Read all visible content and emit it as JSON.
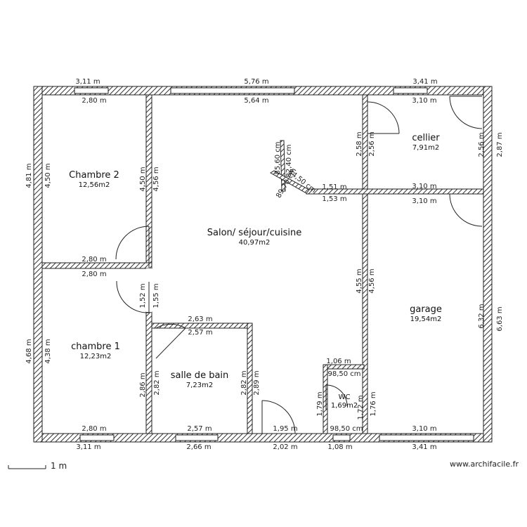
{
  "rooms": {
    "chambre2": {
      "name": "Chambre 2",
      "area": "12,56m2"
    },
    "salon": {
      "name": "Salon/ séjour/cuisine",
      "area": "40,97m2"
    },
    "cellier": {
      "name": "cellier",
      "area": "7,91m2"
    },
    "garage": {
      "name": "garage",
      "area": "19,54m2"
    },
    "chambre1": {
      "name": "chambre 1",
      "area": "12,23m2"
    },
    "sdb": {
      "name": "salle de bain",
      "area": "7,23m2"
    },
    "wc": {
      "name": "WC",
      "area": "1,69m2"
    }
  },
  "dims": {
    "top_outer_left": "3,11 m",
    "top_outer_mid": "5,76 m",
    "top_outer_right": "3,41 m",
    "top_inner_left": "2,80 m",
    "top_inner_mid": "5,64 m",
    "top_inner_right": "3,10 m",
    "left_outer_upper": "4,81 m",
    "left_inner_upper": "4,50 m",
    "left_outer_lower": "4,68 m",
    "left_inner_lower": "4,38 m",
    "right_outer_upper": "2,87 m",
    "right_inner_upper": "2,56 m",
    "right_outer_lower": "6,63 m",
    "right_inner_lower": "6,32 m",
    "ch2_right_a": "4,50 m",
    "ch2_right_b": "4,56 m",
    "ch2_bottom_a": "2,80 m",
    "ch2_bottom_b": "2,80 m",
    "passage_a": "1,52 m",
    "passage_b": "1,55 m",
    "sdb_top_a": "2,63 m",
    "sdb_top_b": "2,57 m",
    "sdb_left_a": "2,86 m",
    "sdb_left_b": "2,82 m",
    "sdb_right_a": "2,82 m",
    "sdb_right_b": "2,89 m",
    "sdb_bottom": "2,57 m",
    "cel_left_a": "2,58 m",
    "cel_left_b": "2,56 m",
    "cel_bottom_a": "3,10 m",
    "cel_bottom_b": "3,10 m",
    "cel_notch_a": "1,51 m",
    "cel_notch_b": "1,53 m",
    "gar_left_a": "4,55 m",
    "gar_left_b": "4,56 m",
    "gar_bottom": "3,10 m",
    "wc_top_a": "1,06 m",
    "wc_top_b": "98,50 cm",
    "wc_left_a": "1,79 m",
    "wc_left_b": "1,72 m",
    "wc_right": "1,76 m",
    "wc_bottom": "98,50 cm",
    "salon_bottom": "1,95 m",
    "ch1_bottom": "2,80 m",
    "bottom_outer_1": "3,11 m",
    "bottom_outer_2": "2,66 m",
    "bottom_outer_3": "2,02 m",
    "bottom_outer_4": "1,08 m",
    "bottom_outer_5": "3,41 m",
    "diag_1": "85,60 cm",
    "diag_2": "82,40 cm",
    "diag_3": "89,70 cm",
    "diag_4": "84,50 cm"
  },
  "scale": {
    "label": "1 m"
  },
  "credit": "www.archifacile.fr"
}
